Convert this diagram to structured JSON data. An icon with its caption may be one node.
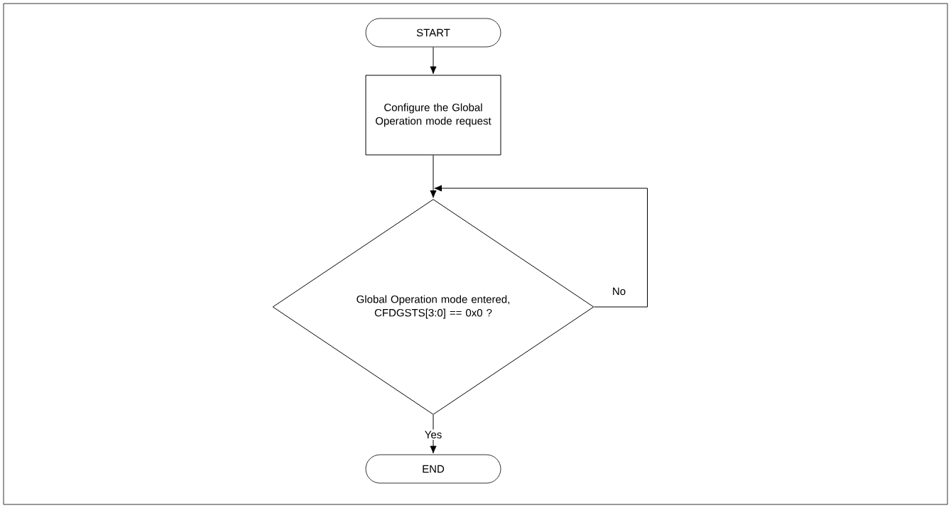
{
  "diagram": {
    "nodes": [
      {
        "text": [
          "START"
        ]
      },
      {
        "text": [
          "Configure the Global Operation mode request"
        ]
      },
      {
        "text": [
          "Global Operation mode entered, CFDGSTS[3:0] == 0x0 ?"
        ]
      },
      {
        "text": [
          "END"
        ]
      }
    ],
    "edges": [
      {
        "from": 0,
        "to": 1,
        "arrow": "to"
      },
      {
        "from": 1,
        "to": 2,
        "arrow": "to"
      },
      {
        "from": 2,
        "to": 2,
        "arrow": "to",
        "label": "No"
      },
      {
        "from": 2,
        "to": 3,
        "arrow": "to",
        "label": "Yes"
      }
    ]
  }
}
